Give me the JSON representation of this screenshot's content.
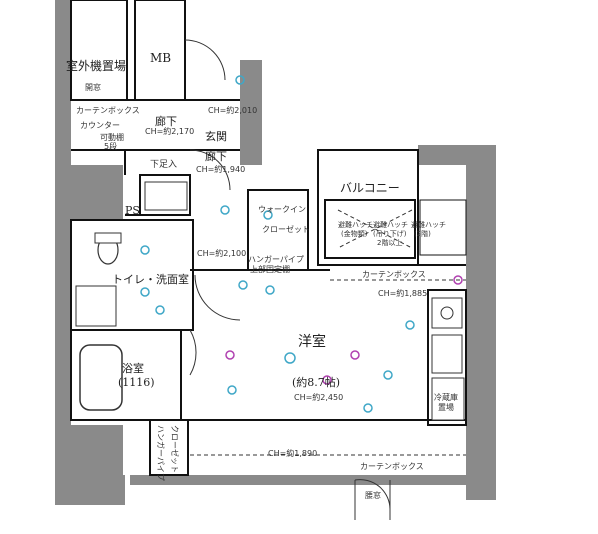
{
  "rooms": {
    "outdoor_unit": "室外機置場",
    "hinged_window_top": "開窓",
    "mb": "MB",
    "curtain_box_top": "カーテンボックス",
    "counter": "カウンター",
    "shelves": "可動棚",
    "shelves_count": "5段",
    "hallway1": "廊下",
    "ch_hallway1": "CH=約2,170",
    "ch_top": "CH=約2,010",
    "entrance": "玄関",
    "shoe_storage": "下足入",
    "hallway2": "廊下",
    "ch_hallway2": "CH=約1,940",
    "ps": "PS",
    "walkin": "ウォークイン",
    "closet": "クローゼット",
    "hanger_pipe_upper": "ハンガーパイプ",
    "hanger_pipe_upper2": "上部固定棚",
    "hanger_pipe_lower": "ハンガーパイプ",
    "upper_fixed_shelf": "上部固定棚",
    "ch_mid": "CH=約2,100",
    "balcony": "バルコニー",
    "evac_hatch1": "避難ハッチ",
    "evac_hatch1_sub": "(金物類)",
    "evac_hatch2": "避難ハッチ",
    "evac_hatch2_sub": "(吊り下げ)",
    "evac_hatch2_sub2": "2階以上",
    "evac_hatch3": "避難ハッチ",
    "evac_hatch3_sub": "(2階)",
    "toilet_washroom": "トイレ・洗面室",
    "curtain_box_mid": "カーテンボックス",
    "ch_kitchen": "CH=約1,885",
    "western_room": "洋室",
    "western_size": "(約8.7帖)",
    "ch_western": "CH=約2,450",
    "bathroom": "浴室",
    "bath_size": "(1116)",
    "fridge": "冷蔵庫",
    "fridge2": "置場",
    "hanger_pipe_bottom": "ハンガーパイプ",
    "closet_bottom": "クローゼット",
    "ch_bottom": "CH=約1,890",
    "curtain_box_bottom": "カーテンボックス",
    "hinged_window_bottom": "腰窓"
  }
}
